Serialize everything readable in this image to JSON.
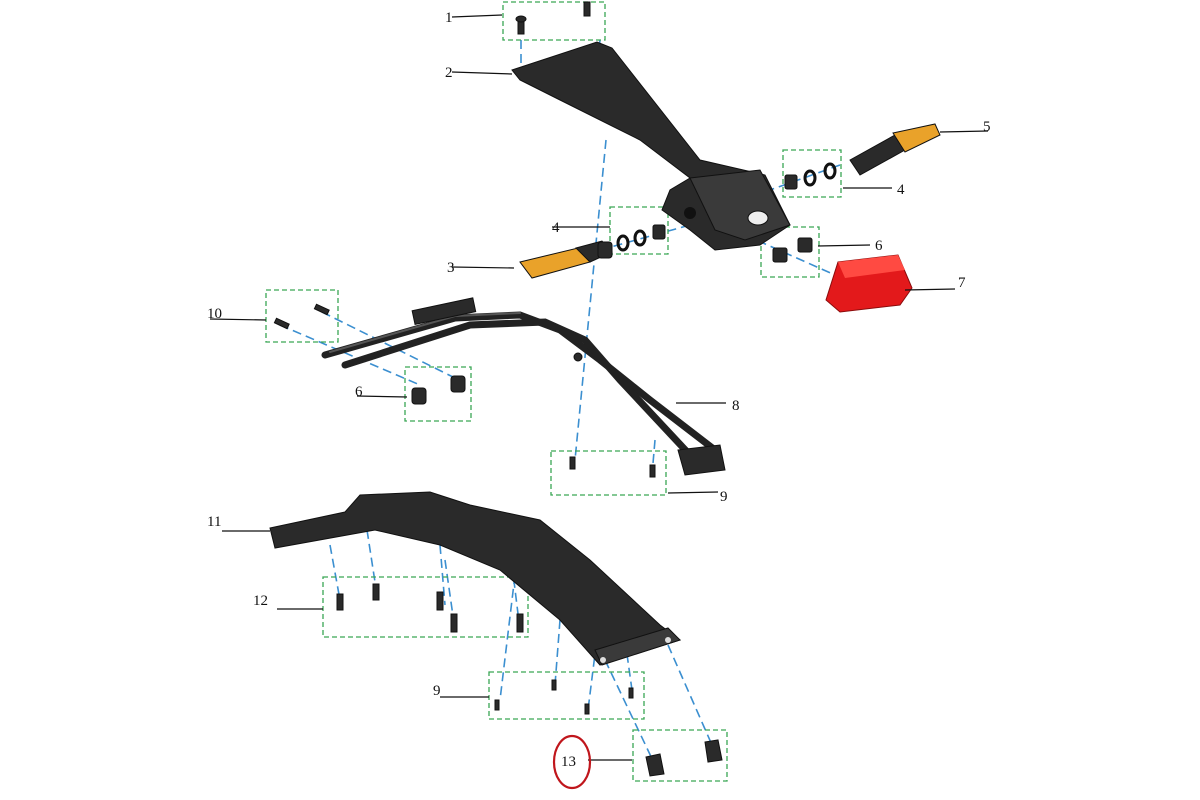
{
  "callouts": [
    {
      "id": "c1",
      "text": "1"
    },
    {
      "id": "c2",
      "text": "2"
    },
    {
      "id": "c3",
      "text": "3"
    },
    {
      "id": "c4a",
      "text": "4"
    },
    {
      "id": "c4b",
      "text": "4"
    },
    {
      "id": "c5",
      "text": "5"
    },
    {
      "id": "c6a",
      "text": "6"
    },
    {
      "id": "c6b",
      "text": "6"
    },
    {
      "id": "c7",
      "text": "7"
    },
    {
      "id": "c8",
      "text": "8"
    },
    {
      "id": "c9a",
      "text": "9"
    },
    {
      "id": "c9b",
      "text": "9"
    },
    {
      "id": "c10",
      "text": "10"
    },
    {
      "id": "c11",
      "text": "11"
    },
    {
      "id": "c12",
      "text": "12"
    },
    {
      "id": "c13",
      "text": "13"
    }
  ],
  "highlight": {
    "callout": "13",
    "color": "#c0161c"
  },
  "colors": {
    "guide_box": "#3aa655",
    "axis_line": "#3b8fd0",
    "part_dark": "#2a2a2a",
    "tail_light": "#e3191b",
    "indicator_lens": "#e9a22a"
  }
}
